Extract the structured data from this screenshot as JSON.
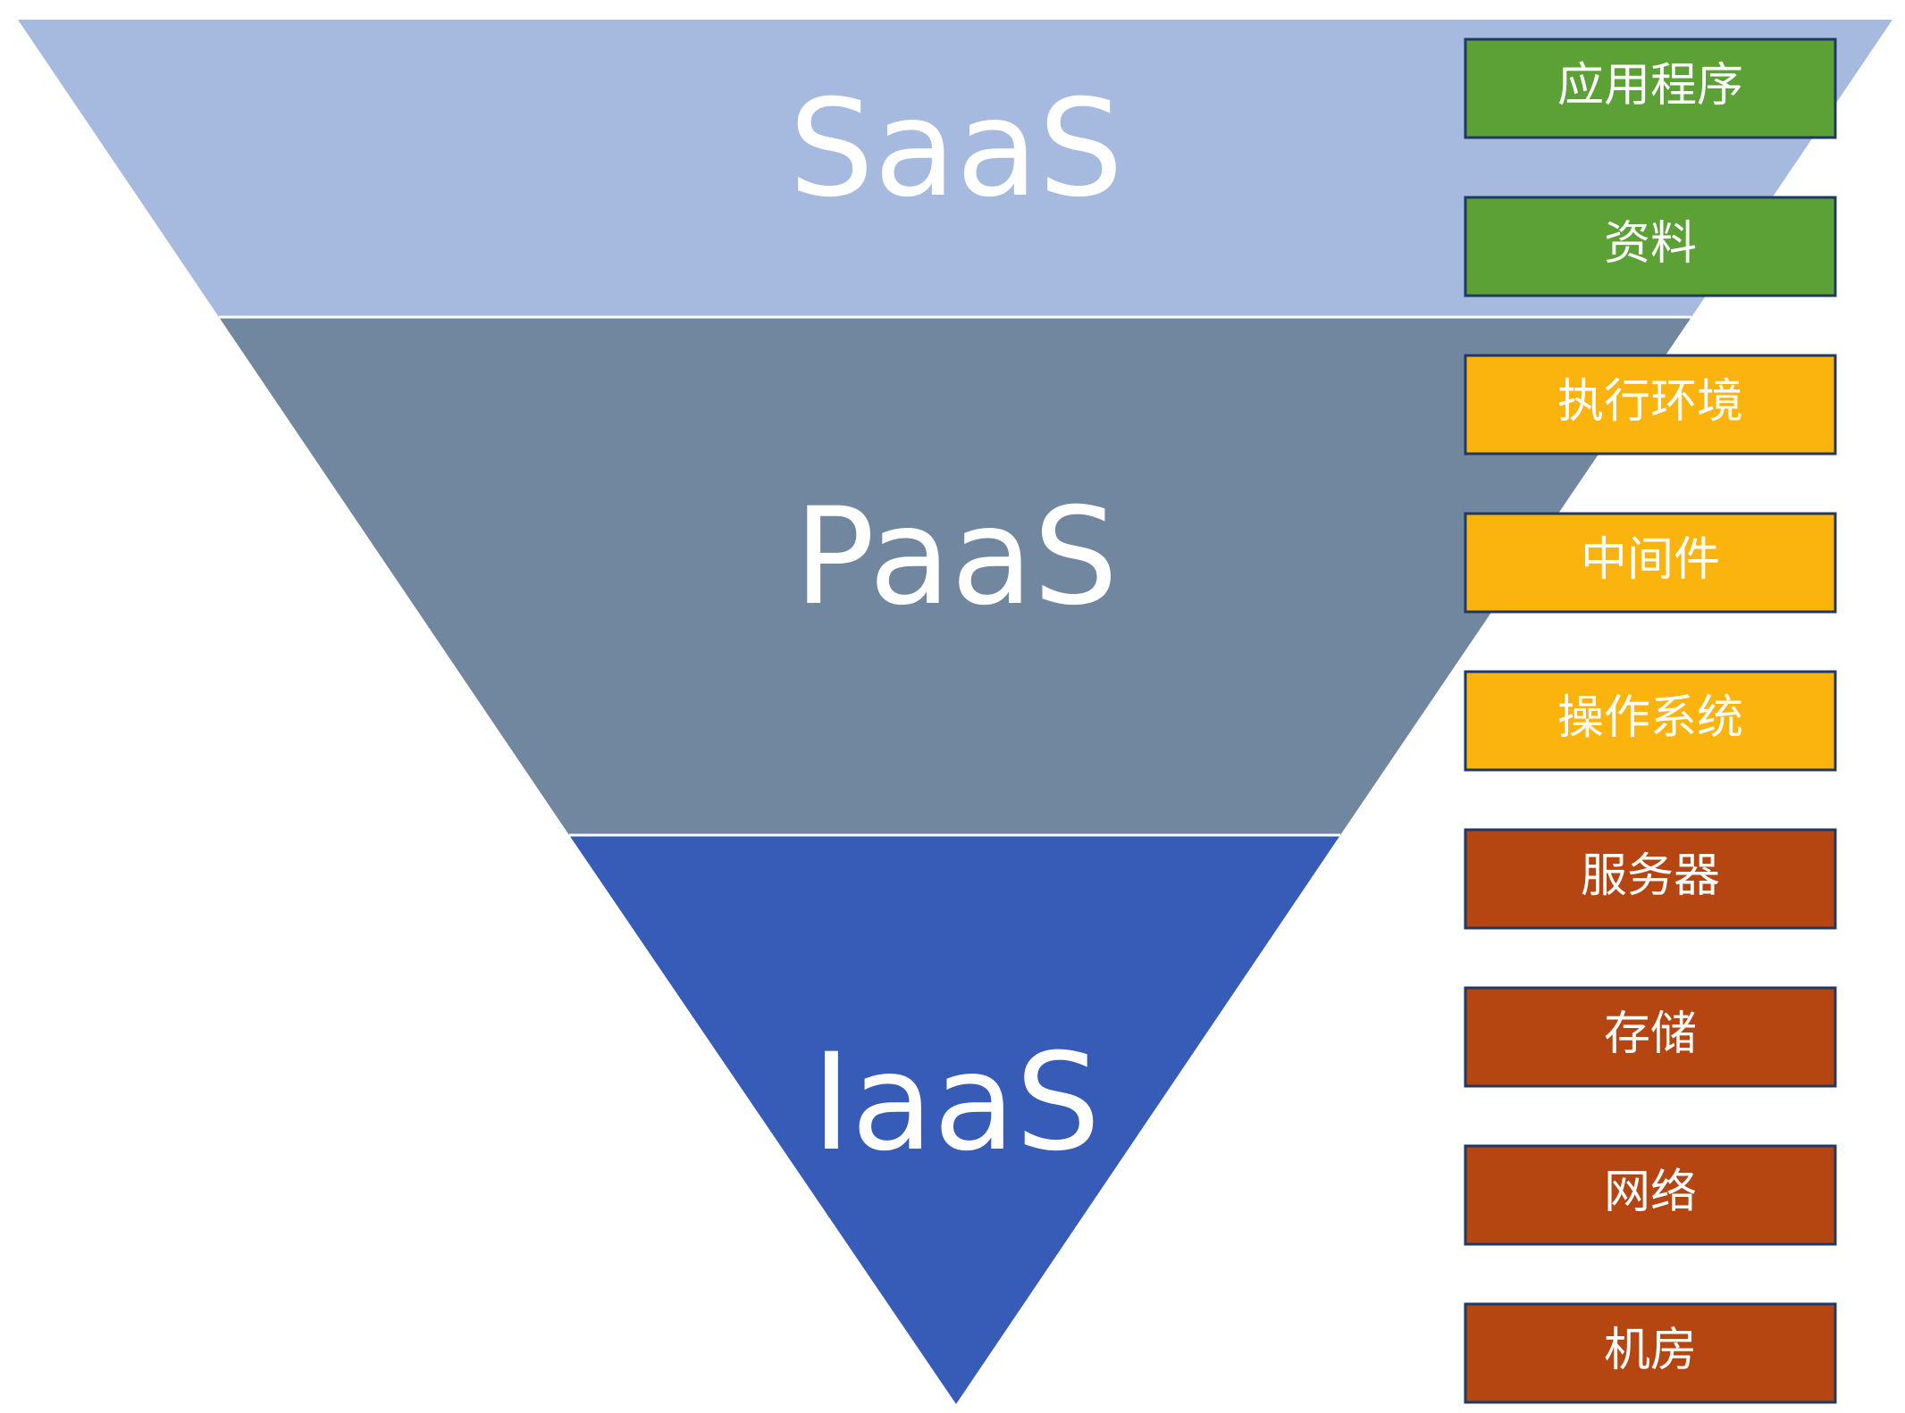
{
  "layers": [
    {
      "label": "SaaS",
      "color": "#a6badf"
    },
    {
      "label": "PaaS",
      "color": "#71869f"
    },
    {
      "label": "IaaS",
      "color": "#375cb7"
    }
  ],
  "stack": [
    {
      "label": "应用程序",
      "color": "#5ca135"
    },
    {
      "label": "资料",
      "color": "#5ca135"
    },
    {
      "label": "执行环境",
      "color": "#fbb40d"
    },
    {
      "label": "中间件",
      "color": "#fbb40d"
    },
    {
      "label": "操作系统",
      "color": "#fbb40d"
    },
    {
      "label": "服务器",
      "color": "#b54612"
    },
    {
      "label": "存储",
      "color": "#b54612"
    },
    {
      "label": "网络",
      "color": "#b54612"
    },
    {
      "label": "机房",
      "color": "#b54612"
    }
  ]
}
